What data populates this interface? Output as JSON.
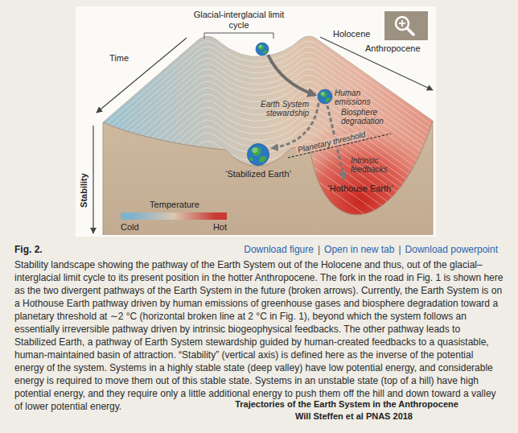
{
  "diagram": {
    "title": "Fig. 2.",
    "caption": "Stability landscape showing the pathway of the Earth System out of the Holocene and thus, out of the glacial–interglacial limit cycle to its present position in the hotter Anthropocene. The fork in the road in Fig. 1 is shown here as the two divergent pathways of the Earth System in the future (broken arrows). Currently, the Earth System is on a Hothouse Earth pathway driven by human emissions of greenhouse gases and biosphere degradation toward a planetary threshold at ∼2 °C (horizontal broken line at 2 °C in Fig. 1), beyond which the system follows an essentially irreversible pathway driven by intrinsic biogeophysical feedbacks. The other pathway leads to Stabilized Earth, a pathway of Earth System stewardship guided by human-created feedbacks to a quasistable, human-maintained basin of attraction. “Stability” (vertical axis) is defined here as the inverse of the potential energy of the system. Systems in a highly stable state (deep valley) have low potential energy, and considerable energy is required to move them out of this stable state. Systems in an unstable state (top of a hill) have high potential energy, and they require only a little additional energy to push them off the hill and down toward a valley of lower potential energy.",
    "labels": [
      "Glacial-interglacial limit cycle",
      "Holocene",
      "Time",
      "Anthropocene",
      "Stability",
      "Earth System stewardship",
      "Human emissions",
      "Biosphere degradation",
      "Planetary threshold",
      "Intrinsic feedbacks",
      "‘Stabilized Earth’",
      "‘Hothouse Earth’",
      "Temperature",
      "Download figure",
      "|",
      "Open in new tab",
      "|",
      "Download powerpoint",
      "Trajectories of the Earth System in the Anthropocene",
      "Will Steffen et al PNAS 2018"
    ],
    "legend": [
      {
        "text": "Cold",
        "color": "#7fb2cc"
      },
      {
        "text": "Hot",
        "color": "#c93a32"
      }
    ]
  }
}
